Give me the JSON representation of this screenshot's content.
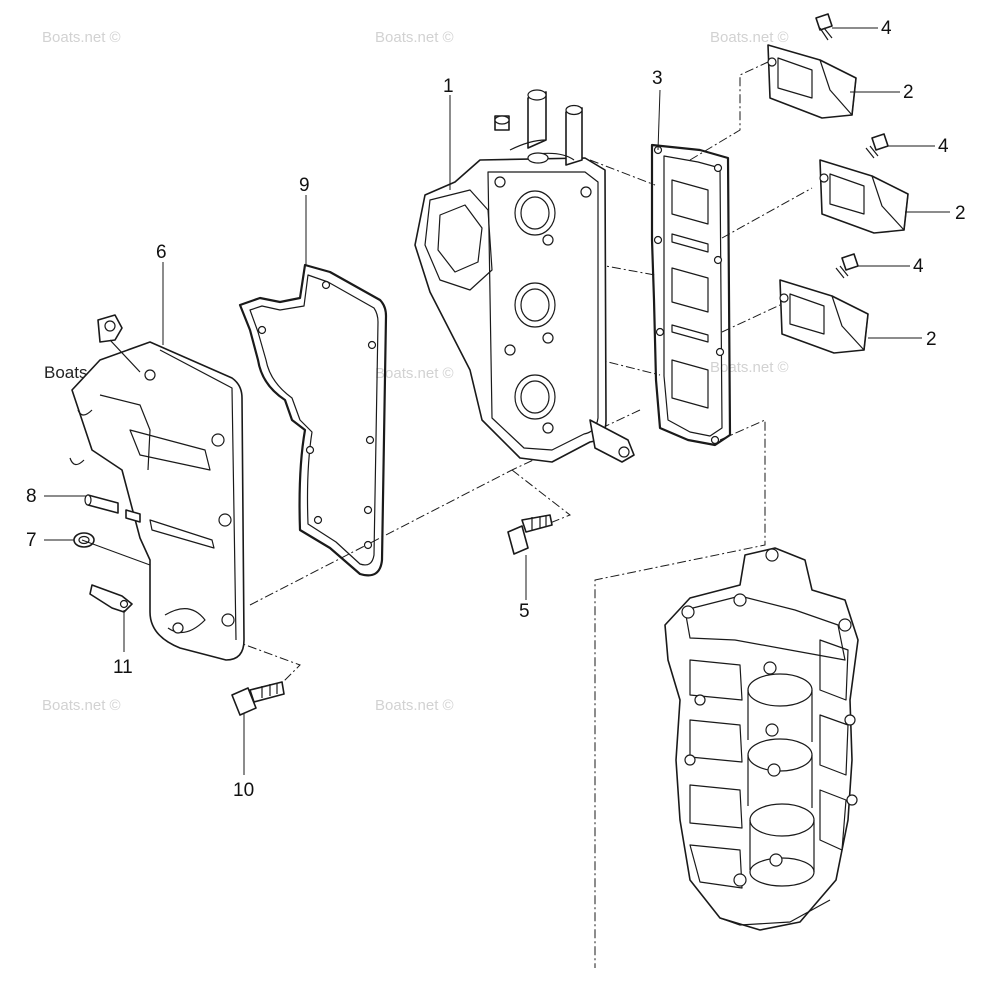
{
  "diagram": {
    "watermark_text": "Boats.net ©",
    "corner_watermark_text": "Boats.net",
    "callouts": {
      "c1": "1",
      "c2a": "2",
      "c2b": "2",
      "c2c": "2",
      "c3": "3",
      "c4a": "4",
      "c4b": "4",
      "c4c": "4",
      "c5": "5",
      "c6": "6",
      "c7": "7",
      "c8": "8",
      "c9": "9",
      "c10": "10",
      "c11": "11"
    }
  }
}
